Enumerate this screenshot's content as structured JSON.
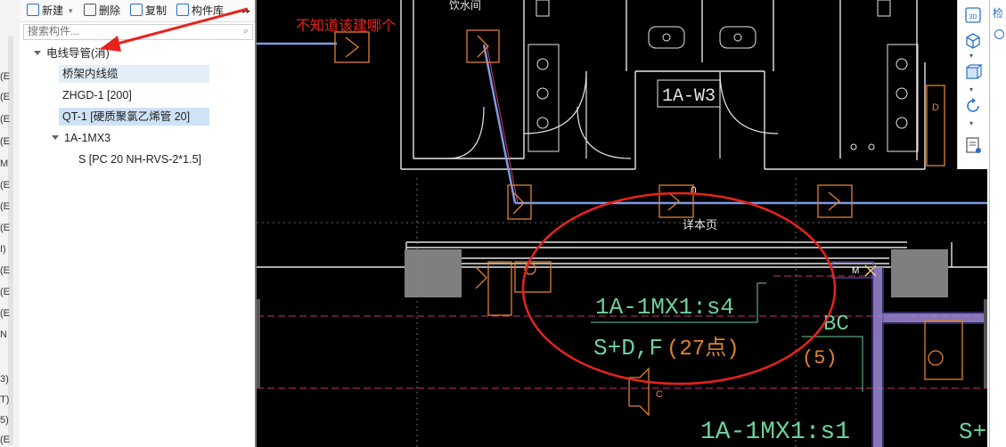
{
  "toolbar": {
    "new_label": "新建",
    "delete_label": "删除",
    "copy_label": "复制",
    "library_label": "构件库"
  },
  "search": {
    "placeholder": "搜索构件..."
  },
  "tree": {
    "root": "电线导管(消)",
    "items": [
      "桥架内线缆",
      "ZHGD-1 [200]",
      "QT-1 [硬质聚氯乙烯管 20]"
    ],
    "group": "1A-1MX3",
    "child": "S [PC 20 NH-RVS-2*1.5]"
  },
  "left_strip": [
    "(E",
    "(E",
    "(E",
    "(E",
    "M",
    "(E",
    "(E",
    "(E",
    "I)",
    "(E",
    "(E",
    "(E",
    "N",
    "3)",
    "T)",
    "5)",
    "(E"
  ],
  "annotation": "不知道该建哪个",
  "cad": {
    "room_label": "1A-W3",
    "top_label": "饮水间",
    "detail_label": "详本页",
    "circuit_label": "1A-1MX1:s4",
    "circuit_sub": "S+D,F",
    "circuit_count": "(27点)",
    "bc_label": "BC",
    "bc_count": "(5)",
    "bottom_label": "1A-1MX1:s1",
    "m_label": "M",
    "c_label": "C",
    "d_label": "D",
    "s_right": "S+",
    "zero": "0"
  },
  "right_tab": "检",
  "colors": {
    "annotation": "#e8221c",
    "cad_bg": "#000000",
    "selection": "#cfe3f7"
  }
}
